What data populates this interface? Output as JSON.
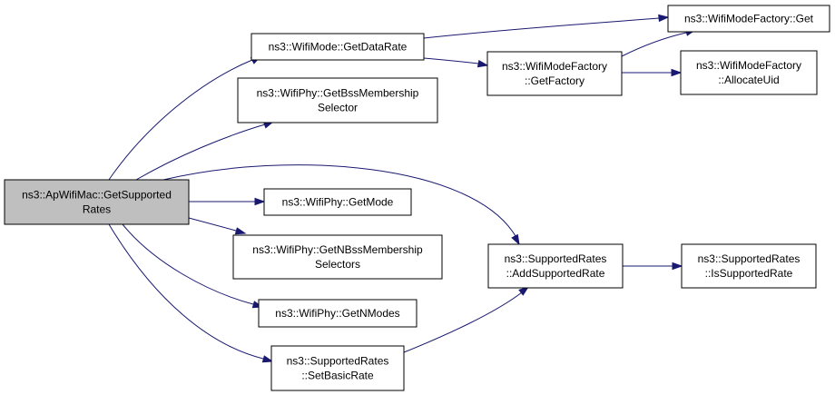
{
  "graph": {
    "nodes": [
      {
        "id": "ap_get_supported_rates",
        "lines": [
          "ns3::ApWifiMac::GetSupported",
          "Rates"
        ],
        "fill": "#bfbfbf"
      },
      {
        "id": "wifimode_get_data_rate",
        "lines": [
          "ns3::WifiMode::GetDataRate"
        ],
        "fill": "#ffffff"
      },
      {
        "id": "wifiphy_get_bss_membership_selector",
        "lines": [
          "ns3::WifiPhy::GetBssMembership",
          "Selector"
        ],
        "fill": "#ffffff"
      },
      {
        "id": "wifiphy_get_mode",
        "lines": [
          "ns3::WifiPhy::GetMode"
        ],
        "fill": "#ffffff"
      },
      {
        "id": "wifiphy_get_n_bss_membership_selectors",
        "lines": [
          "ns3::WifiPhy::GetNBssMembership",
          "Selectors"
        ],
        "fill": "#ffffff"
      },
      {
        "id": "wifiphy_get_n_modes",
        "lines": [
          "ns3::WifiPhy::GetNModes"
        ],
        "fill": "#ffffff"
      },
      {
        "id": "supported_rates_set_basic_rate",
        "lines": [
          "ns3::SupportedRates",
          "::SetBasicRate"
        ],
        "fill": "#ffffff"
      },
      {
        "id": "wifimodefactory_get_factory",
        "lines": [
          "ns3::WifiModeFactory",
          "::GetFactory"
        ],
        "fill": "#ffffff"
      },
      {
        "id": "wifimodefactory_get",
        "lines": [
          "ns3::WifiModeFactory::Get"
        ],
        "fill": "#ffffff"
      },
      {
        "id": "wifimodefactory_allocate_uid",
        "lines": [
          "ns3::WifiModeFactory",
          "::AllocateUid"
        ],
        "fill": "#ffffff"
      },
      {
        "id": "supported_rates_add_supported_rate",
        "lines": [
          "ns3::SupportedRates",
          "::AddSupportedRate"
        ],
        "fill": "#ffffff"
      },
      {
        "id": "supported_rates_is_supported_rate",
        "lines": [
          "ns3::SupportedRates",
          "::IsSupportedRate"
        ],
        "fill": "#ffffff"
      }
    ],
    "edges": [
      {
        "from": "ap_get_supported_rates",
        "to": "wifimode_get_data_rate"
      },
      {
        "from": "ap_get_supported_rates",
        "to": "wifiphy_get_bss_membership_selector"
      },
      {
        "from": "ap_get_supported_rates",
        "to": "supported_rates_add_supported_rate"
      },
      {
        "from": "ap_get_supported_rates",
        "to": "wifiphy_get_mode"
      },
      {
        "from": "ap_get_supported_rates",
        "to": "wifiphy_get_n_bss_membership_selectors"
      },
      {
        "from": "ap_get_supported_rates",
        "to": "wifiphy_get_n_modes"
      },
      {
        "from": "ap_get_supported_rates",
        "to": "supported_rates_set_basic_rate"
      },
      {
        "from": "wifimode_get_data_rate",
        "to": "wifimodefactory_get"
      },
      {
        "from": "wifimode_get_data_rate",
        "to": "wifimodefactory_get_factory"
      },
      {
        "from": "wifimodefactory_get_factory",
        "to": "wifimodefactory_get"
      },
      {
        "from": "wifimodefactory_get_factory",
        "to": "wifimodefactory_allocate_uid"
      },
      {
        "from": "supported_rates_set_basic_rate",
        "to": "supported_rates_add_supported_rate"
      },
      {
        "from": "supported_rates_add_supported_rate",
        "to": "supported_rates_is_supported_rate"
      }
    ]
  }
}
